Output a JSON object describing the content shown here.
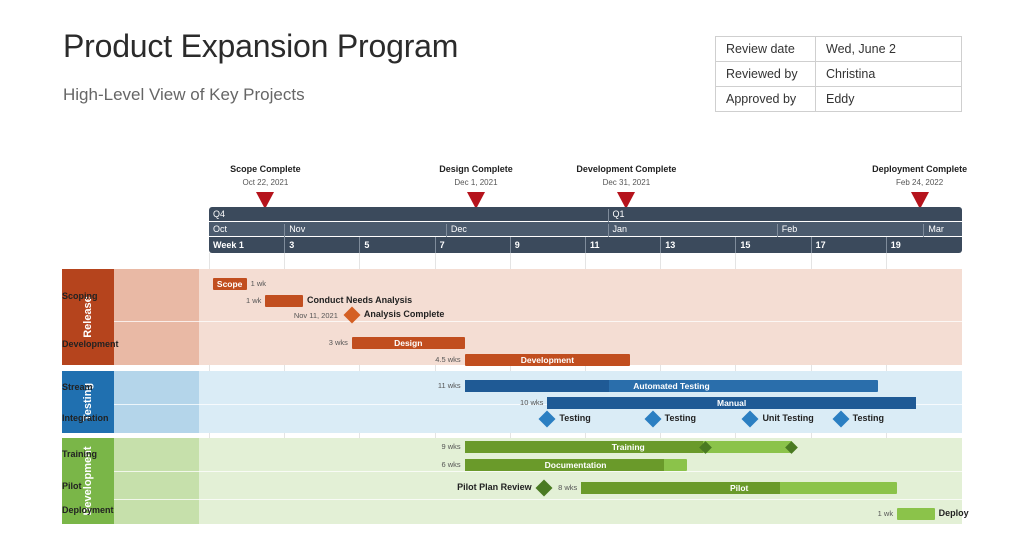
{
  "header": {
    "title": "Product Expansion Program",
    "subtitle": "High-Level View of Key Projects"
  },
  "info": [
    {
      "key": "Review date",
      "value": "Wed, June 2"
    },
    {
      "key": "Reviewed by",
      "value": "Christina"
    },
    {
      "key": "Approved by",
      "value": "Eddy"
    }
  ],
  "milestones": [
    {
      "name": "Scope Complete",
      "date": "Oct 22, 2021",
      "week": 2.5
    },
    {
      "name": "Design Complete",
      "date": "Dec 1, 2021",
      "week": 8.1
    },
    {
      "name": "Development Complete",
      "date": "Dec 31, 2021",
      "week": 12.1
    },
    {
      "name": "Deployment Complete",
      "date": "Feb 24, 2022",
      "week": 19.9
    }
  ],
  "scale": {
    "quarters": [
      {
        "label": "Q4",
        "week": 1
      },
      {
        "label": "Q1",
        "week": 11.6
      }
    ],
    "months": [
      {
        "label": "Oct",
        "week": 1
      },
      {
        "label": "Nov",
        "week": 3
      },
      {
        "label": "Dec",
        "week": 7.3
      },
      {
        "label": "Jan",
        "week": 11.6
      },
      {
        "label": "Feb",
        "week": 16.1
      },
      {
        "label": "Mar",
        "week": 20.0
      }
    ],
    "weeks": [
      {
        "label": "Week 1",
        "week": 1
      },
      {
        "label": "3",
        "week": 3
      },
      {
        "label": "5",
        "week": 5
      },
      {
        "label": "7",
        "week": 7
      },
      {
        "label": "9",
        "week": 9
      },
      {
        "label": "11",
        "week": 11
      },
      {
        "label": "13",
        "week": 13
      },
      {
        "label": "15",
        "week": 15
      },
      {
        "label": "17",
        "week": 17
      },
      {
        "label": "19",
        "week": 19
      }
    ]
  },
  "chart_data": {
    "type": "gantt",
    "x_unit": "week",
    "xlim": [
      1,
      21
    ],
    "swimlanes": [
      {
        "name": "Release",
        "color": "#b5441d",
        "light": "#f4ddd3",
        "rowcolor": "#e9b9a5",
        "top": 0,
        "height": 96,
        "rows": [
          {
            "label": "Scoping",
            "y": 28
          },
          {
            "label": "Development",
            "y": 76
          }
        ],
        "tasks": [
          {
            "type": "bar",
            "name": "Scope",
            "dur": "1 wk",
            "start": 1.1,
            "end": 2.0,
            "y": 9,
            "color": "#c14e1f",
            "label_in": true,
            "dur_side": "right"
          },
          {
            "type": "bar",
            "name": "Conduct Needs Analysis",
            "dur": "1 wk",
            "start": 2.5,
            "end": 3.5,
            "y": 26,
            "color": "#c14e1f",
            "label_in": false,
            "dur_side": "left"
          },
          {
            "type": "diamond",
            "name": "Analysis Complete",
            "date": "Nov 11, 2021",
            "week": 4.8,
            "y": 46,
            "color": "#d45f23"
          },
          {
            "type": "bar",
            "name": "Design",
            "dur": "3 wks",
            "start": 4.8,
            "end": 7.8,
            "y": 68,
            "color": "#c14e1f",
            "label_in": true,
            "dur_side": "left"
          },
          {
            "type": "bar",
            "name": "Development",
            "dur": "4.5 wks",
            "start": 7.8,
            "end": 12.2,
            "y": 85,
            "color": "#c14e1f",
            "label_in": true,
            "dur_side": "left"
          }
        ]
      },
      {
        "name": "Testing",
        "color": "#2070b0",
        "light": "#daecf6",
        "rowcolor": "#b4d5ea",
        "top": 102,
        "height": 62,
        "rows": [
          {
            "label": "Stream",
            "y": 17
          },
          {
            "label": "Integration",
            "y": 48
          }
        ],
        "tasks": [
          {
            "type": "bar",
            "name": "Automated Testing",
            "dur": "11 wks",
            "start": 7.8,
            "end": 18.8,
            "y": 9,
            "color": "#2a6eab",
            "dark": "#1f5a95",
            "progress": 0.35,
            "label_in": true,
            "dur_side": "left"
          },
          {
            "type": "bar",
            "name": "Manual",
            "dur": "10 wks",
            "start": 10.0,
            "end": 19.8,
            "y": 26,
            "color": "#2a6eab",
            "dark": "#1f5a95",
            "progress": 1.0,
            "label_in": true,
            "dur_side": "left"
          },
          {
            "type": "diamond",
            "name": "Testing",
            "week": 10.0,
            "y": 48,
            "color": "#2b7fc2"
          },
          {
            "type": "diamond",
            "name": "Testing",
            "week": 12.8,
            "y": 48,
            "color": "#2b7fc2"
          },
          {
            "type": "diamond",
            "name": "Unit Testing",
            "week": 15.4,
            "y": 48,
            "color": "#2b7fc2"
          },
          {
            "type": "diamond",
            "name": "Testing",
            "week": 17.8,
            "y": 48,
            "color": "#2b7fc2"
          }
        ]
      },
      {
        "name": "Development",
        "color": "#7ab648",
        "light": "#e3f0d6",
        "rowcolor": "#c6e0ab",
        "top": 169,
        "height": 86,
        "rows": [
          {
            "label": "Training",
            "y": 17
          },
          {
            "label": "Pilot",
            "y": 49
          },
          {
            "label": "Deployment",
            "y": 73
          }
        ],
        "tasks": [
          {
            "type": "bar",
            "name": "Training",
            "dur": "9 wks",
            "start": 7.8,
            "end": 16.5,
            "y": 3,
            "color": "#8bc34a",
            "dark": "#6a9a2a",
            "progress": 0.73,
            "label_in": true,
            "dur_side": "left"
          },
          {
            "type": "diamondsm",
            "week": 14.2,
            "y": 9,
            "color": "#4a7a22"
          },
          {
            "type": "diamondsm",
            "week": 16.5,
            "y": 9,
            "color": "#4a7a22"
          },
          {
            "type": "bar",
            "name": "Documentation",
            "dur": "6 wks",
            "start": 7.8,
            "end": 13.7,
            "y": 21,
            "color": "#8bc34a",
            "dark": "#6a9a2a",
            "progress": 0.9,
            "label_in": true,
            "dur_side": "left"
          },
          {
            "type": "diamond",
            "name": "Pilot Plan Review",
            "week": 9.9,
            "y": 50,
            "color": "#4a7a22",
            "label_side": "left"
          },
          {
            "type": "bar",
            "name": "Pilot",
            "dur": "8 wks",
            "start": 10.9,
            "end": 19.3,
            "y": 44,
            "color": "#8bc34a",
            "dark": "#6a9a2a",
            "progress": 0.63,
            "label_in": true,
            "dur_side": "left"
          },
          {
            "type": "bar",
            "name": "Deploy",
            "dur": "1 wk",
            "start": 19.3,
            "end": 20.3,
            "y": 70,
            "color": "#8bc34a",
            "label_in": false,
            "dur_side": "left"
          }
        ]
      }
    ]
  }
}
